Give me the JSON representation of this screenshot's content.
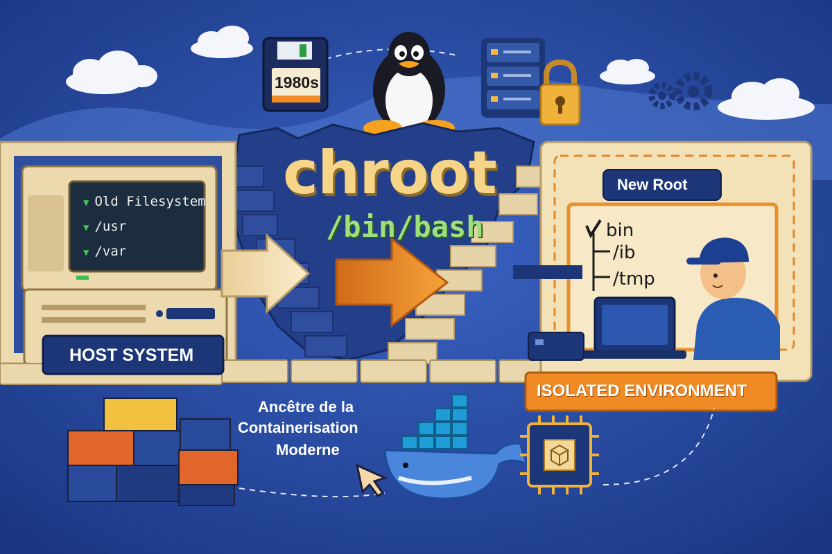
{
  "floppy": {
    "label": "1980s"
  },
  "title": {
    "main": "chroot",
    "command": "/bin/bash"
  },
  "host": {
    "terminal_lines": [
      "Old Filesystem",
      "/usr",
      "/var"
    ],
    "label": "HOST SYSTEM"
  },
  "isolated": {
    "new_root_label": "New Root",
    "tree_items": [
      "bin",
      "/ib",
      "/tmp"
    ],
    "label": "ISOLATED ENVIRONMENT"
  },
  "caption": {
    "lines": [
      "Ancêtre de la",
      "Containerisation",
      "Moderne"
    ]
  },
  "colors": {
    "background": "#1f3f8f",
    "accent_orange": "#f08a24",
    "title_yellow": "#f6d488",
    "command_green": "#9ee07a",
    "panel_navy": "#1c3677",
    "cream": "#f3e1b8"
  },
  "icons": [
    "floppy-disk-icon",
    "tux-penguin-icon",
    "server-rack-icon",
    "padlock-icon",
    "gears-icon",
    "container-stack-icon",
    "docker-whale-icon",
    "cpu-chip-icon",
    "cursor-arrow-icon",
    "checkmark-icon"
  ]
}
